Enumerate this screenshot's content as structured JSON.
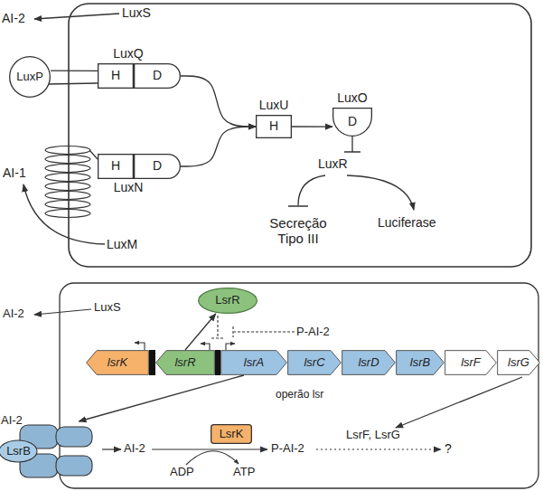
{
  "diagram": {
    "nodes": [
      {
        "text": [
          "LuxP"
        ]
      },
      {
        "text": [
          "LuxQ",
          "H"
        ]
      },
      {
        "text": [
          "D"
        ]
      },
      {
        "text": [
          "LuxU",
          "H"
        ]
      },
      {
        "text": [
          "LuxO",
          "D"
        ]
      },
      {
        "text": [
          "H",
          "LuxN"
        ]
      },
      {
        "text": [
          "D"
        ]
      },
      {
        "text": [
          "LsrR"
        ]
      },
      {
        "text": [
          "lsrK"
        ]
      },
      {
        "text": [
          "lsrR"
        ]
      },
      {
        "text": [
          "lsrA"
        ]
      },
      {
        "text": [
          "lsrC"
        ]
      },
      {
        "text": [
          "lsrD"
        ]
      },
      {
        "text": [
          "lsrB"
        ]
      },
      {
        "text": [
          "lsrF"
        ]
      },
      {
        "text": [
          "lsrG"
        ]
      },
      {
        "text": [
          "LsrB"
        ]
      },
      {
        "text": [
          "LsrK"
        ]
      }
    ],
    "edges": [
      {
        "from": 0,
        "to": 1,
        "arrow": "none"
      },
      {
        "from": 2,
        "to": 3,
        "arrow": "to"
      },
      {
        "from": 6,
        "to": 3,
        "arrow": "to"
      },
      {
        "from": 3,
        "to": 4,
        "arrow": "to"
      },
      {
        "from": 9,
        "to": 7,
        "arrow": "to"
      },
      {
        "from": 10,
        "to": 16,
        "arrow": "to"
      }
    ],
    "labels": [
      "AI-2",
      "LuxS",
      "AI-1",
      "LuxR",
      "Secreção Tipo III",
      "Luciferase",
      "LuxM",
      "AI-2",
      "LuxS",
      "P-AI-2",
      "operão lsr",
      "AI-2",
      "LsrF, LsrG",
      "AI-2",
      "P-AI-2",
      "?",
      "ADP",
      "ATP"
    ]
  }
}
